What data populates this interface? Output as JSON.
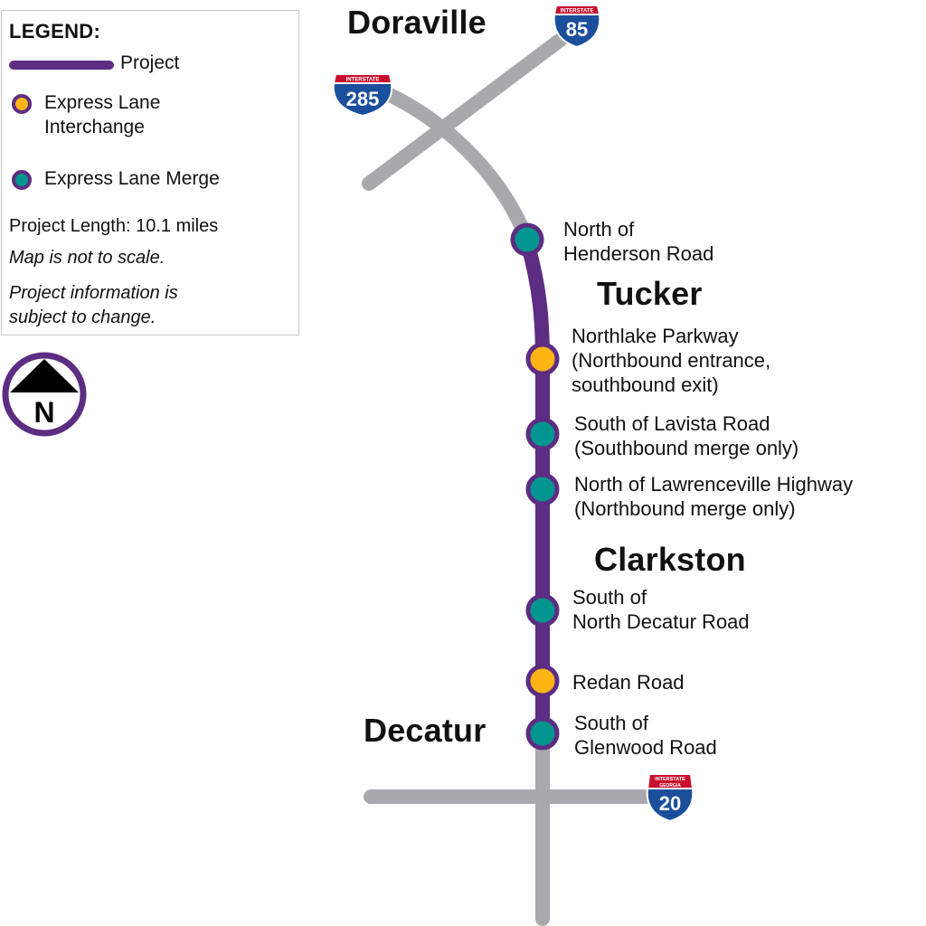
{
  "legend": {
    "title": "LEGEND:",
    "project_label": "Project",
    "interchange_label": "Express Lane\nInterchange",
    "merge_label": "Express Lane Merge",
    "project_length": "Project Length: 10.1 miles",
    "note_scale": "Map is not to scale.",
    "note_change": "Project information is\nsubject to change."
  },
  "compass": {
    "letter": "N"
  },
  "cities": {
    "doraville": "Doraville",
    "tucker": "Tucker",
    "clarkston": "Clarkston",
    "decatur": "Decatur"
  },
  "shields": {
    "i85": {
      "banner": "INTERSTATE",
      "number": "85"
    },
    "i285": {
      "banner": "INTERSTATE",
      "number": "285"
    },
    "i20": {
      "banner": "INTERSTATE",
      "subbanner": "GEORGIA",
      "number": "20"
    }
  },
  "points": [
    {
      "id": "henderson",
      "type": "merge",
      "label": "North of\nHenderson Road"
    },
    {
      "id": "northlake",
      "type": "interchange",
      "label": "Northlake Parkway\n(Northbound entrance,\nsouthbound exit)"
    },
    {
      "id": "lavista",
      "type": "merge",
      "label": "South of Lavista Road\n(Southbound merge only)"
    },
    {
      "id": "lawrenceville",
      "type": "merge",
      "label": "North of Lawrenceville Highway\n(Northbound merge only)"
    },
    {
      "id": "north-decatur",
      "type": "merge",
      "label": "South of\nNorth Decatur Road"
    },
    {
      "id": "redan",
      "type": "interchange",
      "label": "Redan Road"
    },
    {
      "id": "glenwood",
      "type": "merge",
      "label": "South of\nGlenwood Road"
    }
  ],
  "colors": {
    "project": "#5c2d82",
    "road": "#a7a9ac",
    "interchange": "#fdb515",
    "merge": "#00968f",
    "shield_red": "#c8102e",
    "shield_blue": "#1b4f9c"
  }
}
